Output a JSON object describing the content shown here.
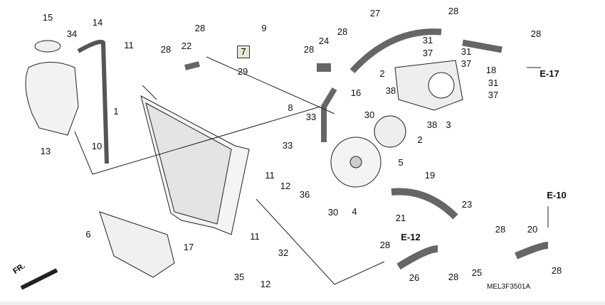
{
  "diagram": {
    "title_code": "MEL3F3501A",
    "front_marker": "FR.",
    "boxed_callout": "7",
    "callouts": [
      "15",
      "34",
      "14",
      "13",
      "10",
      "11",
      "28",
      "22",
      "28",
      "9",
      "29",
      "8",
      "33",
      "28",
      "24",
      "28",
      "27",
      "16",
      "28",
      "31",
      "37",
      "31",
      "37",
      "31",
      "37",
      "2",
      "38",
      "30",
      "5",
      "2",
      "38",
      "3",
      "18",
      "28",
      "1",
      "33",
      "11",
      "12",
      "36",
      "30",
      "4",
      "19",
      "23",
      "21",
      "28",
      "26",
      "28",
      "25",
      "28",
      "20",
      "28",
      "6",
      "17",
      "11",
      "32",
      "35",
      "12"
    ],
    "references": [
      "E-17",
      "E-12",
      "E-10"
    ]
  }
}
